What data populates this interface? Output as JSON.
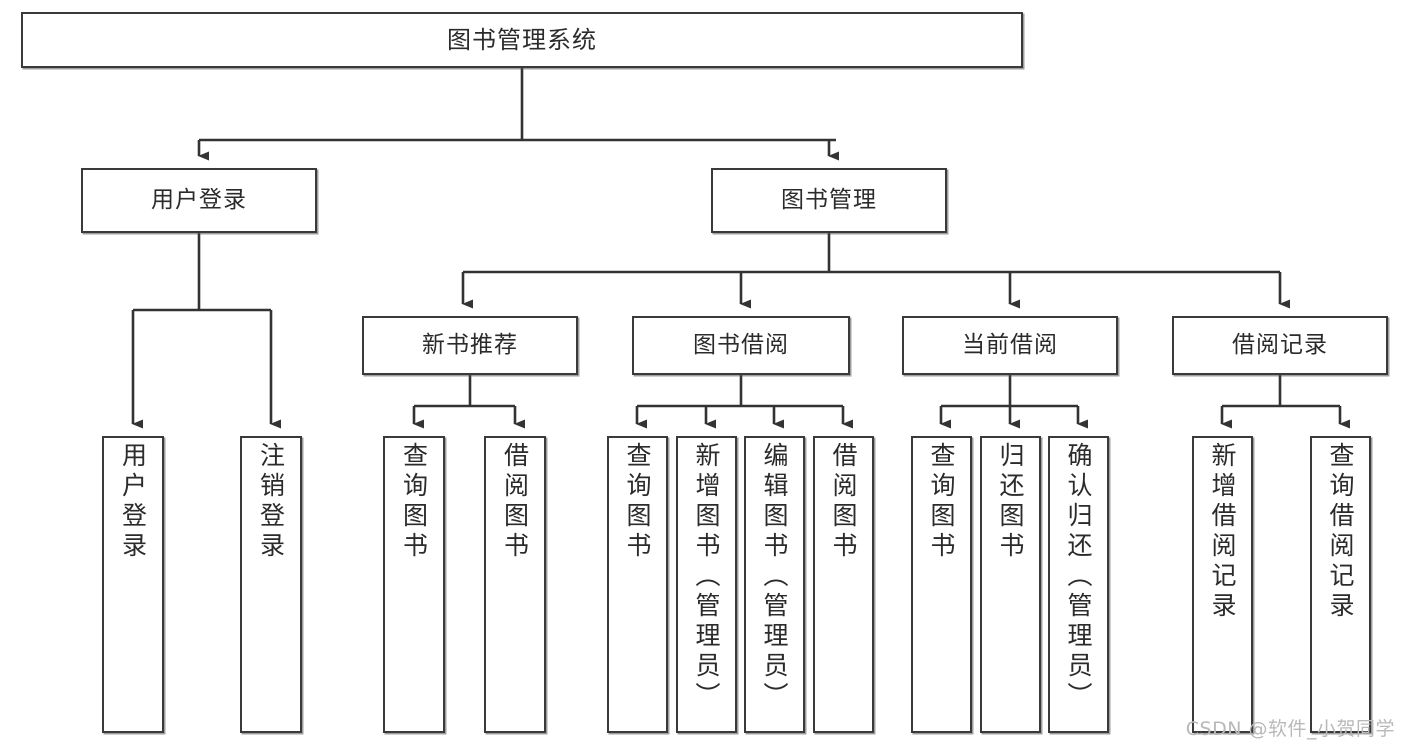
{
  "chart_data": {
    "type": "diagram",
    "diagram_kind": "tree-hierarchy-flowchart",
    "title": "图书管理系统",
    "orientation": "top-down",
    "edge_style": "orthogonal-elbow-with-arrowheads",
    "levels": 4,
    "colors": {
      "background": "#ffffff",
      "node_fill": "#ffffff",
      "node_stroke": "#3a3a3a",
      "edge_stroke": "#333333",
      "text": "#2b2b2b",
      "watermark": "#b9b9b9"
    },
    "nodes": [
      {
        "id": "root",
        "label": "图书管理系统",
        "level": 0,
        "orientation": "horizontal"
      },
      {
        "id": "login",
        "label": "用户登录",
        "level": 1,
        "orientation": "horizontal",
        "parent": "root"
      },
      {
        "id": "bookmgmt",
        "label": "图书管理",
        "level": 1,
        "orientation": "horizontal",
        "parent": "root"
      },
      {
        "id": "newbook",
        "label": "新书推荐",
        "level": 2,
        "orientation": "horizontal",
        "parent": "bookmgmt"
      },
      {
        "id": "borrow",
        "label": "图书借阅",
        "level": 2,
        "orientation": "horizontal",
        "parent": "bookmgmt"
      },
      {
        "id": "current",
        "label": "当前借阅",
        "level": 2,
        "orientation": "horizontal",
        "parent": "bookmgmt"
      },
      {
        "id": "records",
        "label": "借阅记录",
        "level": 2,
        "orientation": "horizontal",
        "parent": "bookmgmt"
      },
      {
        "id": "leaf1",
        "label": "用户登录",
        "level": 3,
        "orientation": "vertical",
        "parent": "login"
      },
      {
        "id": "leaf2",
        "label": "注销登录",
        "level": 3,
        "orientation": "vertical",
        "parent": "login"
      },
      {
        "id": "leaf3",
        "label": "查询图书",
        "level": 3,
        "orientation": "vertical",
        "parent": "newbook"
      },
      {
        "id": "leaf4",
        "label": "借阅图书",
        "level": 3,
        "orientation": "vertical",
        "parent": "newbook"
      },
      {
        "id": "leaf5",
        "label": "查询图书",
        "level": 3,
        "orientation": "vertical",
        "parent": "borrow"
      },
      {
        "id": "leaf6",
        "label": "新增图书（管理员）",
        "level": 3,
        "orientation": "vertical",
        "parent": "borrow"
      },
      {
        "id": "leaf7",
        "label": "编辑图书（管理员）",
        "level": 3,
        "orientation": "vertical",
        "parent": "borrow"
      },
      {
        "id": "leaf8",
        "label": "借阅图书",
        "level": 3,
        "orientation": "vertical",
        "parent": "borrow"
      },
      {
        "id": "leaf9",
        "label": "查询图书",
        "level": 3,
        "orientation": "vertical",
        "parent": "current"
      },
      {
        "id": "leaf10",
        "label": "归还图书",
        "level": 3,
        "orientation": "vertical",
        "parent": "current"
      },
      {
        "id": "leaf11",
        "label": "确认归还（管理员）",
        "level": 3,
        "orientation": "vertical",
        "parent": "current"
      },
      {
        "id": "leaf12",
        "label": "新增借阅记录",
        "level": 3,
        "orientation": "vertical",
        "parent": "records"
      },
      {
        "id": "leaf13",
        "label": "查询借阅记录",
        "level": 3,
        "orientation": "vertical",
        "parent": "records"
      }
    ],
    "edges": [
      {
        "from": "root",
        "to": "login"
      },
      {
        "from": "root",
        "to": "bookmgmt"
      },
      {
        "from": "login",
        "to": "leaf1"
      },
      {
        "from": "login",
        "to": "leaf2"
      },
      {
        "from": "bookmgmt",
        "to": "newbook"
      },
      {
        "from": "bookmgmt",
        "to": "borrow"
      },
      {
        "from": "bookmgmt",
        "to": "current"
      },
      {
        "from": "bookmgmt",
        "to": "records"
      },
      {
        "from": "newbook",
        "to": "leaf3"
      },
      {
        "from": "newbook",
        "to": "leaf4"
      },
      {
        "from": "borrow",
        "to": "leaf5"
      },
      {
        "from": "borrow",
        "to": "leaf6"
      },
      {
        "from": "borrow",
        "to": "leaf7"
      },
      {
        "from": "borrow",
        "to": "leaf8"
      },
      {
        "from": "current",
        "to": "leaf9"
      },
      {
        "from": "current",
        "to": "leaf10"
      },
      {
        "from": "current",
        "to": "leaf11"
      },
      {
        "from": "records",
        "to": "leaf12"
      },
      {
        "from": "records",
        "to": "leaf13"
      }
    ]
  },
  "diagram": {
    "root": {
      "label": "图书管理系统"
    },
    "level1": {
      "login": "用户登录",
      "bookmgmt": "图书管理"
    },
    "level2": {
      "newbook": "新书推荐",
      "borrow": "图书借阅",
      "current": "当前借阅",
      "records": "借阅记录"
    },
    "leaves": {
      "l1": "用户登录",
      "l2": "注销登录",
      "l3": "查询图书",
      "l4": "借阅图书",
      "l5": "查询图书",
      "l6": "新增图书（管理员）",
      "l7": "编辑图书（管理员）",
      "l8": "借阅图书",
      "l9": "查询图书",
      "l10": "归还图书",
      "l11": "确认归还（管理员）",
      "l12": "新增借阅记录",
      "l13": "查询借阅记录"
    }
  },
  "watermark": {
    "text": "CSDN @软件_小贺同学"
  }
}
